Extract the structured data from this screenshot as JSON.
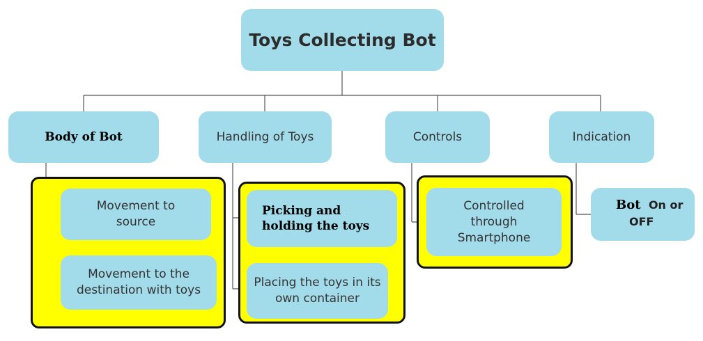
{
  "root": {
    "label": "Toys Collecting Bot"
  },
  "branches": [
    {
      "label": "Body of Bot",
      "children": [
        "Movement to source",
        "Movement to the destination with toys"
      ]
    },
    {
      "label": "Handling of Toys",
      "children": [
        "Picking and holding the toys",
        "Placing the toys in its own container"
      ]
    },
    {
      "label": "Controls",
      "children": [
        "Controlled through Smartphone"
      ]
    },
    {
      "label": "Indication",
      "children": []
    }
  ],
  "indication_child": {
    "word1": "Bot",
    "word2": "On or",
    "word3": "OFF"
  },
  "colors": {
    "box_fill": "#a2dbe9",
    "highlight": "#ffff00",
    "outline": "#111111",
    "connector": "#555555"
  }
}
